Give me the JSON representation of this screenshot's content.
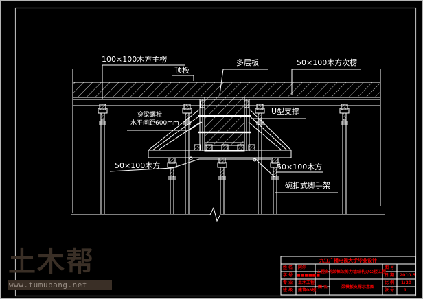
{
  "drawing": {
    "labels": {
      "main_joist": "100×100木方主楞",
      "top_slab": "顶板",
      "plywood": "多层板",
      "secondary_joist": "50×100木方次楞",
      "through_bolt_line1": "穿梁螺栓",
      "through_bolt_line2": "水平间距600mm",
      "u_support": "U型支撑",
      "timber_left": "50×100木方",
      "timber_right": "50×100木方",
      "scaffold": "碗扣式脚手架"
    },
    "colors": {
      "background": "#000000",
      "lines": "#ffffff",
      "frame": "#b4b4b4",
      "title_block": "#e00000",
      "watermark": "#3a2f26"
    }
  },
  "title_block": {
    "header": "九江广播电视大学毕业设计",
    "rows": [
      {
        "label": "姓 名",
        "value": "阿尔"
      },
      {
        "label": "学 号",
        "value": "■■■■■■"
      },
      {
        "label": "专 业",
        "value": "土木工程"
      },
      {
        "label": "班 级",
        "value": "建筑08班"
      }
    ],
    "project_label": "工程名称",
    "project_value": "某框架剪力墙结构办公楼工程",
    "drawing_label": "图 名",
    "drawing_value": "梁模板支撑示意图",
    "right_rows": [
      {
        "label": "图 号",
        "value": ""
      },
      {
        "label": "日 期",
        "value": "2010.5"
      },
      {
        "label": "比 例",
        "value": "1:20"
      },
      {
        "label": "张 号",
        "value": "1"
      }
    ]
  },
  "watermark": {
    "logo": "土木帮",
    "url": "www.tumubang.net"
  }
}
